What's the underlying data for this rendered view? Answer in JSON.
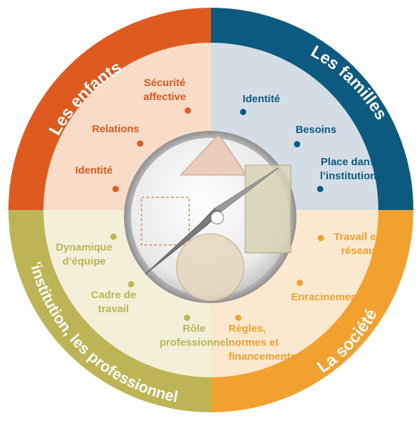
{
  "colors": {
    "enfants": "#de5a1f",
    "familles": "#0c5a80",
    "institution": "#bcb455",
    "societe": "#f3a12e",
    "enfants_bg": "#f9dcc8",
    "familles_bg": "#d4dde6",
    "institution_bg": "#f3efd8",
    "societe_bg": "#fbe9cf",
    "needle": "#7b7b7b"
  },
  "quadrants": {
    "enfants": {
      "title": "Les enfants",
      "items": [
        [
          "Sécurité",
          "affective"
        ],
        [
          "Relations"
        ],
        [
          "Identité"
        ]
      ]
    },
    "familles": {
      "title": "Les familles",
      "items": [
        [
          "Identité"
        ],
        [
          "Besoins"
        ],
        [
          "Place dans",
          "l’institution"
        ]
      ]
    },
    "institution": {
      "title": "L'institution, les professionnels",
      "items": [
        [
          "Dynamique",
          "d’équipe"
        ],
        [
          "Cadre de",
          "travail"
        ],
        [
          "Rôle",
          "professionnel"
        ]
      ]
    },
    "societe": {
      "title": "La société",
      "items": [
        [
          "Travail en",
          "réseau"
        ],
        [
          "Enracinement"
        ],
        [
          "Règles,",
          "normes et",
          "financements"
        ]
      ]
    }
  },
  "center": {
    "icon": "compass-icon"
  }
}
